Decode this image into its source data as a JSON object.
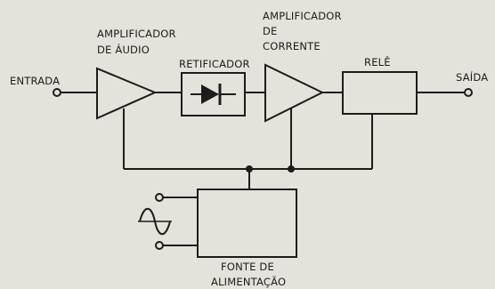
{
  "diagram": {
    "labels": {
      "input": "ENTRADA",
      "output": "SAÍDA",
      "audio_amp": [
        "AMPLIFICADOR",
        "DE ÁUDIO"
      ],
      "rectifier": "RETIFICADOR",
      "current_amp": [
        "AMPLIFICADOR",
        "DE",
        "CORRENTE"
      ],
      "relay": "RELÊ",
      "power_supply": [
        "FONTE DE",
        "ALIMENTAÇÃO"
      ]
    },
    "colors": {
      "ink": "#1c1c1c",
      "paper": "#e4e2db"
    },
    "icons": {
      "rectifier_symbol": "diode-icon",
      "ac_source_symbol": "sine-wave-icon"
    }
  }
}
